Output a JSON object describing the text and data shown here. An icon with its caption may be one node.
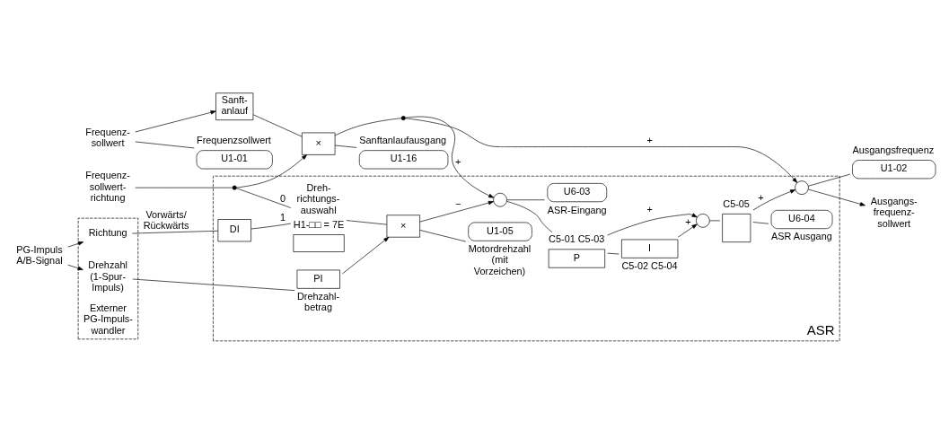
{
  "diagram": {
    "nodes": [
      {
        "text": [
          "Frequenz- sollwert"
        ]
      },
      {
        "text": [
          "Frequenz- sollwert- richtung"
        ]
      },
      {
        "text": [
          "PG-Impuls A/B-Signal"
        ]
      },
      {
        "text": [
          "Externer PG-Impuls- wandler"
        ]
      },
      {
        "text": [
          "Richtung"
        ],
        "in": 3
      },
      {
        "text": [
          "Drehzahl (1-Spur- Impuls)"
        ],
        "in": 3
      },
      {
        "text": [
          "U1-01"
        ],
        "beside": [
          "Frequenzsollwert"
        ]
      },
      {
        "text": [
          "Sanft- anlauf"
        ]
      },
      {
        "text": [
          "×"
        ]
      },
      {
        "text": [
          "U1-16"
        ],
        "beside": [
          "Sanftanlaufausgang"
        ]
      },
      {
        "text": [],
        "shape": "dot"
      },
      {
        "text": [
          "ASR"
        ]
      },
      {
        "text": [],
        "shape": "dot",
        "in": 11
      },
      {
        "text": [
          "DI"
        ],
        "in": 11
      },
      {
        "text": [],
        "shape": "switch",
        "in": 11,
        "beside": [
          "Dreh- richtungs- auswahl",
          "H1-□□ = 7E"
        ]
      },
      {
        "text": [
          "PI"
        ],
        "in": 11,
        "beside": [
          "Drehzahl- betrag"
        ]
      },
      {
        "text": [
          "×"
        ],
        "in": 11
      },
      {
        "text": [
          "U1-05"
        ],
        "in": 11,
        "beside": [
          "Motordrehzahl (mit Vorzeichen)"
        ]
      },
      {
        "text": [],
        "shape": "circle",
        "in": 11
      },
      {
        "text": [
          "P"
        ],
        "in": 11,
        "beside": [
          "C5-01 C5-03"
        ]
      },
      {
        "text": [
          "U6-03"
        ],
        "in": 11,
        "beside": [
          "ASR-Eingang"
        ]
      },
      {
        "text": [
          "I"
        ],
        "in": 11,
        "beside": [
          "C5-02 C5-04"
        ]
      },
      {
        "text": [],
        "shape": "circle",
        "in": 11
      },
      {
        "text": [],
        "shape": "box",
        "in": 11,
        "beside": [
          "C5-05"
        ]
      },
      {
        "text": [
          "U6-04"
        ],
        "in": 11,
        "beside": [
          "ASR Ausgang"
        ]
      },
      {
        "text": [],
        "shape": "circle",
        "in": 11
      },
      {
        "text": [
          "U1-02"
        ],
        "beside": [
          "Ausgangsfrequenz"
        ]
      },
      {
        "text": [
          "Ausgangs- frequenz- sollwert"
        ]
      }
    ],
    "edges": [
      {
        "from": 0,
        "to": 7,
        "arrow": "to"
      },
      {
        "from": 0,
        "to": 6,
        "arrow": "none"
      },
      {
        "from": 7,
        "to": 8,
        "arrow": "none"
      },
      {
        "from": 8,
        "to": 9,
        "arrow": "none"
      },
      {
        "from": 8,
        "to": 10,
        "arrow": "none"
      },
      {
        "from": 10,
        "to": 25,
        "arrow": "to",
        "label": "+"
      },
      {
        "from": 10,
        "to": 18,
        "arrow": "to",
        "label": "+"
      },
      {
        "from": 1,
        "to": 12,
        "arrow": "none"
      },
      {
        "from": 12,
        "to": 8,
        "arrow": "to"
      },
      {
        "from": 12,
        "to": 14,
        "arrow": "none",
        "label": "0"
      },
      {
        "from": 2,
        "to": 4,
        "arrow": "to"
      },
      {
        "from": 2,
        "to": 5,
        "arrow": "to"
      },
      {
        "from": 4,
        "to": 13,
        "arrow": "none",
        "label": "Vorwärts/ Rückwärts"
      },
      {
        "from": 13,
        "to": 14,
        "arrow": "none",
        "label": "1"
      },
      {
        "from": 5,
        "to": 15,
        "arrow": "none"
      },
      {
        "from": 15,
        "to": 16,
        "arrow": "to"
      },
      {
        "from": 14,
        "to": 16,
        "arrow": "none"
      },
      {
        "from": 16,
        "to": 18,
        "arrow": "to",
        "label": "−"
      },
      {
        "from": 16,
        "to": 17,
        "arrow": "none"
      },
      {
        "from": 18,
        "to": 19,
        "arrow": "none"
      },
      {
        "from": 18,
        "to": 20,
        "arrow": "none"
      },
      {
        "from": 19,
        "to": 22,
        "arrow": "to",
        "label": "+"
      },
      {
        "from": 19,
        "to": 21,
        "arrow": "none"
      },
      {
        "from": 21,
        "to": 22,
        "arrow": "to",
        "label": "+"
      },
      {
        "from": 22,
        "to": 23,
        "arrow": "none"
      },
      {
        "from": 23,
        "to": 25,
        "arrow": "to",
        "label": "+"
      },
      {
        "from": 23,
        "to": 24,
        "arrow": "none"
      },
      {
        "from": 25,
        "to": 27,
        "arrow": "to"
      },
      {
        "from": 25,
        "to": 26,
        "arrow": "none"
      }
    ]
  }
}
